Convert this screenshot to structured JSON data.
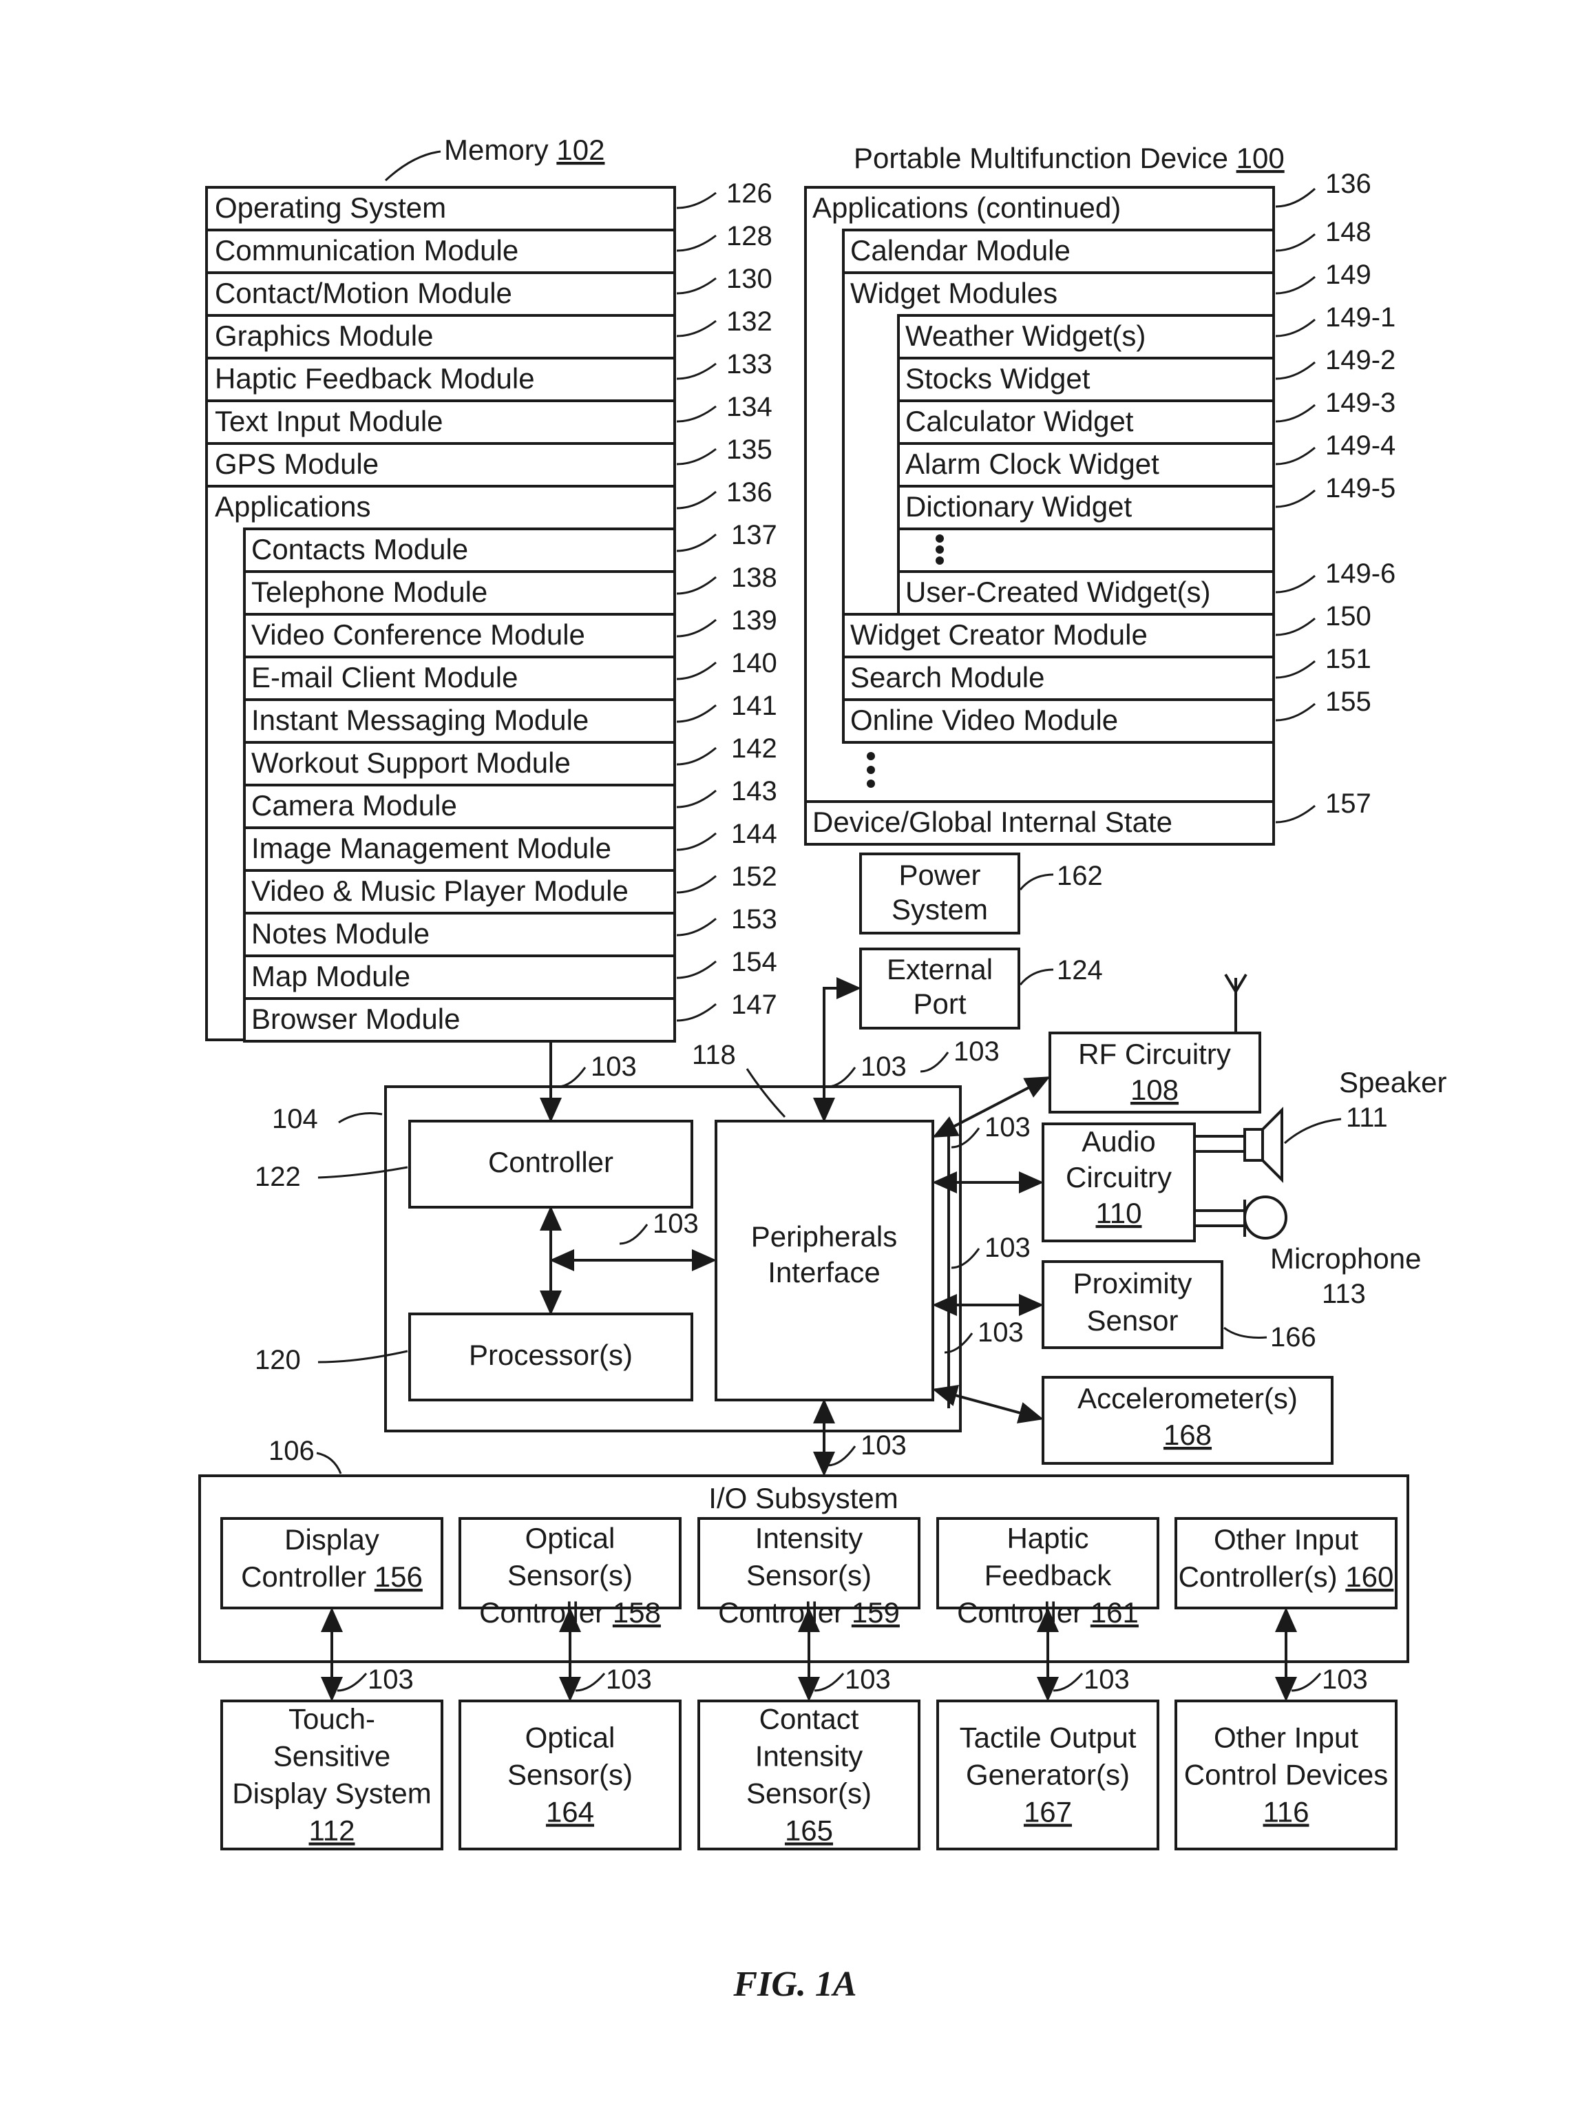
{
  "memory": {
    "title": "Memory",
    "ref": "102",
    "items": [
      {
        "label": "Operating System",
        "ref": "126"
      },
      {
        "label": "Communication Module",
        "ref": "128"
      },
      {
        "label": "Contact/Motion Module",
        "ref": "130"
      },
      {
        "label": "Graphics Module",
        "ref": "132"
      },
      {
        "label": "Haptic Feedback Module",
        "ref": "133"
      },
      {
        "label": "Text Input Module",
        "ref": "134"
      },
      {
        "label": "GPS Module",
        "ref": "135"
      }
    ],
    "applications": {
      "label": "Applications",
      "ref": "136"
    },
    "apps": [
      {
        "label": "Contacts Module",
        "ref": "137"
      },
      {
        "label": "Telephone Module",
        "ref": "138"
      },
      {
        "label": "Video Conference Module",
        "ref": "139"
      },
      {
        "label": "E-mail Client Module",
        "ref": "140"
      },
      {
        "label": "Instant Messaging Module",
        "ref": "141"
      },
      {
        "label": "Workout Support Module",
        "ref": "142"
      },
      {
        "label": "Camera Module",
        "ref": "143"
      },
      {
        "label": "Image Management Module",
        "ref": "144"
      },
      {
        "label": "Video & Music Player Module",
        "ref": "152"
      },
      {
        "label": "Notes Module",
        "ref": "153"
      },
      {
        "label": "Map Module",
        "ref": "154"
      },
      {
        "label": "Browser Module",
        "ref": "147"
      }
    ]
  },
  "device": {
    "title": "Portable Multifunction Device",
    "ref": "100",
    "applications": {
      "label": "Applications (continued)",
      "ref": "136"
    },
    "calendar": {
      "label": "Calendar Module",
      "ref": "148"
    },
    "widgets": {
      "label": "Widget Modules",
      "ref": "149"
    },
    "widget_items": [
      {
        "label": "Weather Widget(s)",
        "ref": "149-1"
      },
      {
        "label": "Stocks Widget",
        "ref": "149-2"
      },
      {
        "label": "Calculator Widget",
        "ref": "149-3"
      },
      {
        "label": "Alarm Clock Widget",
        "ref": "149-4"
      },
      {
        "label": "Dictionary Widget",
        "ref": "149-5"
      }
    ],
    "user_widget": {
      "label": "User-Created Widget(s)",
      "ref": "149-6"
    },
    "more_apps": [
      {
        "label": "Widget Creator Module",
        "ref": "150"
      },
      {
        "label": "Search Module",
        "ref": "151"
      },
      {
        "label": "Online Video Module",
        "ref": "155"
      }
    ],
    "state": {
      "label": "Device/Global Internal State",
      "ref": "157"
    }
  },
  "power": {
    "line1": "Power",
    "line2": "System",
    "ref": "162"
  },
  "external_port": {
    "line1": "External",
    "line2": "Port",
    "ref": "124"
  },
  "rf": {
    "line1": "RF Circuitry",
    "num": "108"
  },
  "audio": {
    "line1": "Audio",
    "line2": "Circuitry",
    "num": "110"
  },
  "speaker": {
    "label": "Speaker",
    "ref": "111"
  },
  "microphone": {
    "label": "Microphone",
    "ref": "113"
  },
  "proximity": {
    "line1": "Proximity",
    "line2": "Sensor",
    "ref": "166"
  },
  "accelerometer": {
    "line1": "Accelerometer(s)",
    "num": "168"
  },
  "chip": {
    "ref": "104"
  },
  "controller": {
    "label": "Controller",
    "ref": "122"
  },
  "processor": {
    "label": "Processor(s)",
    "ref": "120"
  },
  "peripherals": {
    "line1": "Peripherals",
    "line2": "Interface",
    "ref": "118"
  },
  "bus_ref": "103",
  "io": {
    "title": "I/O Subsystem",
    "ref": "106",
    "controllers": [
      {
        "lines": [
          "Display",
          "Controller"
        ],
        "num": "156"
      },
      {
        "lines": [
          "Optical",
          "Sensor(s)",
          "Controller"
        ],
        "num": "158"
      },
      {
        "lines": [
          "Intensity",
          "Sensor(s)",
          "Controller"
        ],
        "num": "159"
      },
      {
        "lines": [
          "Haptic",
          "Feedback",
          "Controller"
        ],
        "num": "161"
      },
      {
        "lines": [
          "Other Input",
          "Controller(s)"
        ],
        "num": "160"
      }
    ]
  },
  "devices": [
    {
      "lines": [
        "Touch-",
        "Sensitive",
        "Display System"
      ],
      "num": "112"
    },
    {
      "lines": [
        "Optical",
        "Sensor(s)"
      ],
      "num": "164"
    },
    {
      "lines": [
        "Contact",
        "Intensity",
        "Sensor(s)"
      ],
      "num": "165"
    },
    {
      "lines": [
        "Tactile Output",
        "Generator(s)"
      ],
      "num": "167"
    },
    {
      "lines": [
        "Other Input",
        "Control Devices"
      ],
      "num": "116"
    }
  ],
  "figure_label": "FIG. 1A"
}
